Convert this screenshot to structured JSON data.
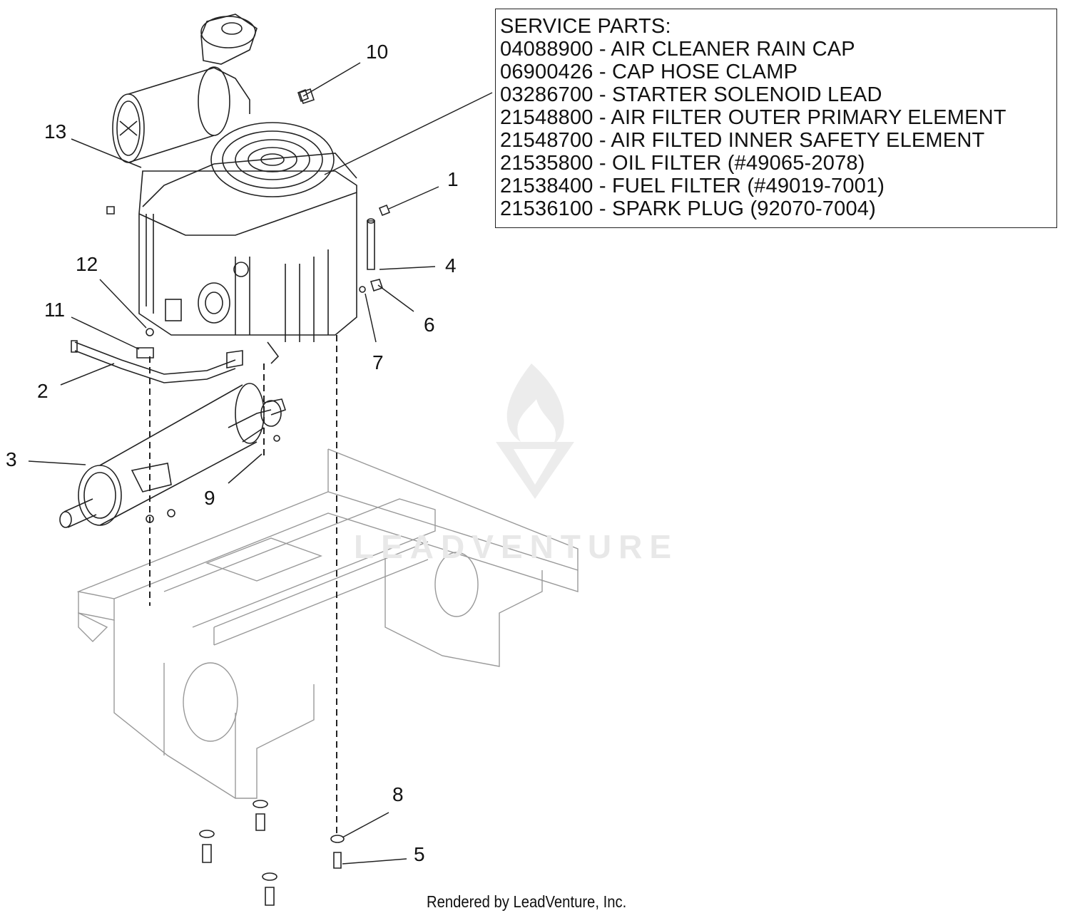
{
  "service_box": {
    "title": "SERVICE PARTS:",
    "lines": [
      "04088900 - AIR CLEANER RAIN CAP",
      "06900426 - CAP HOSE CLAMP",
      "03286700 - STARTER SOLENOID LEAD",
      "21548800 - AIR FILTER OUTER PRIMARY ELEMENT",
      "21548700 - AIR FILTED INNER SAFETY ELEMENT",
      "21535800 - OIL FILTER (#49065-2078)",
      "21538400 - FUEL FILTER (#49019-7001)",
      "21536100 - SPARK PLUG (92070-7004)"
    ]
  },
  "callouts": [
    "10",
    "13",
    "1",
    "4",
    "12",
    "6",
    "11",
    "7",
    "2",
    "3",
    "9",
    "8",
    "5"
  ],
  "watermark": "LEADVENTURE",
  "footer": "Rendered by LeadVenture, Inc."
}
